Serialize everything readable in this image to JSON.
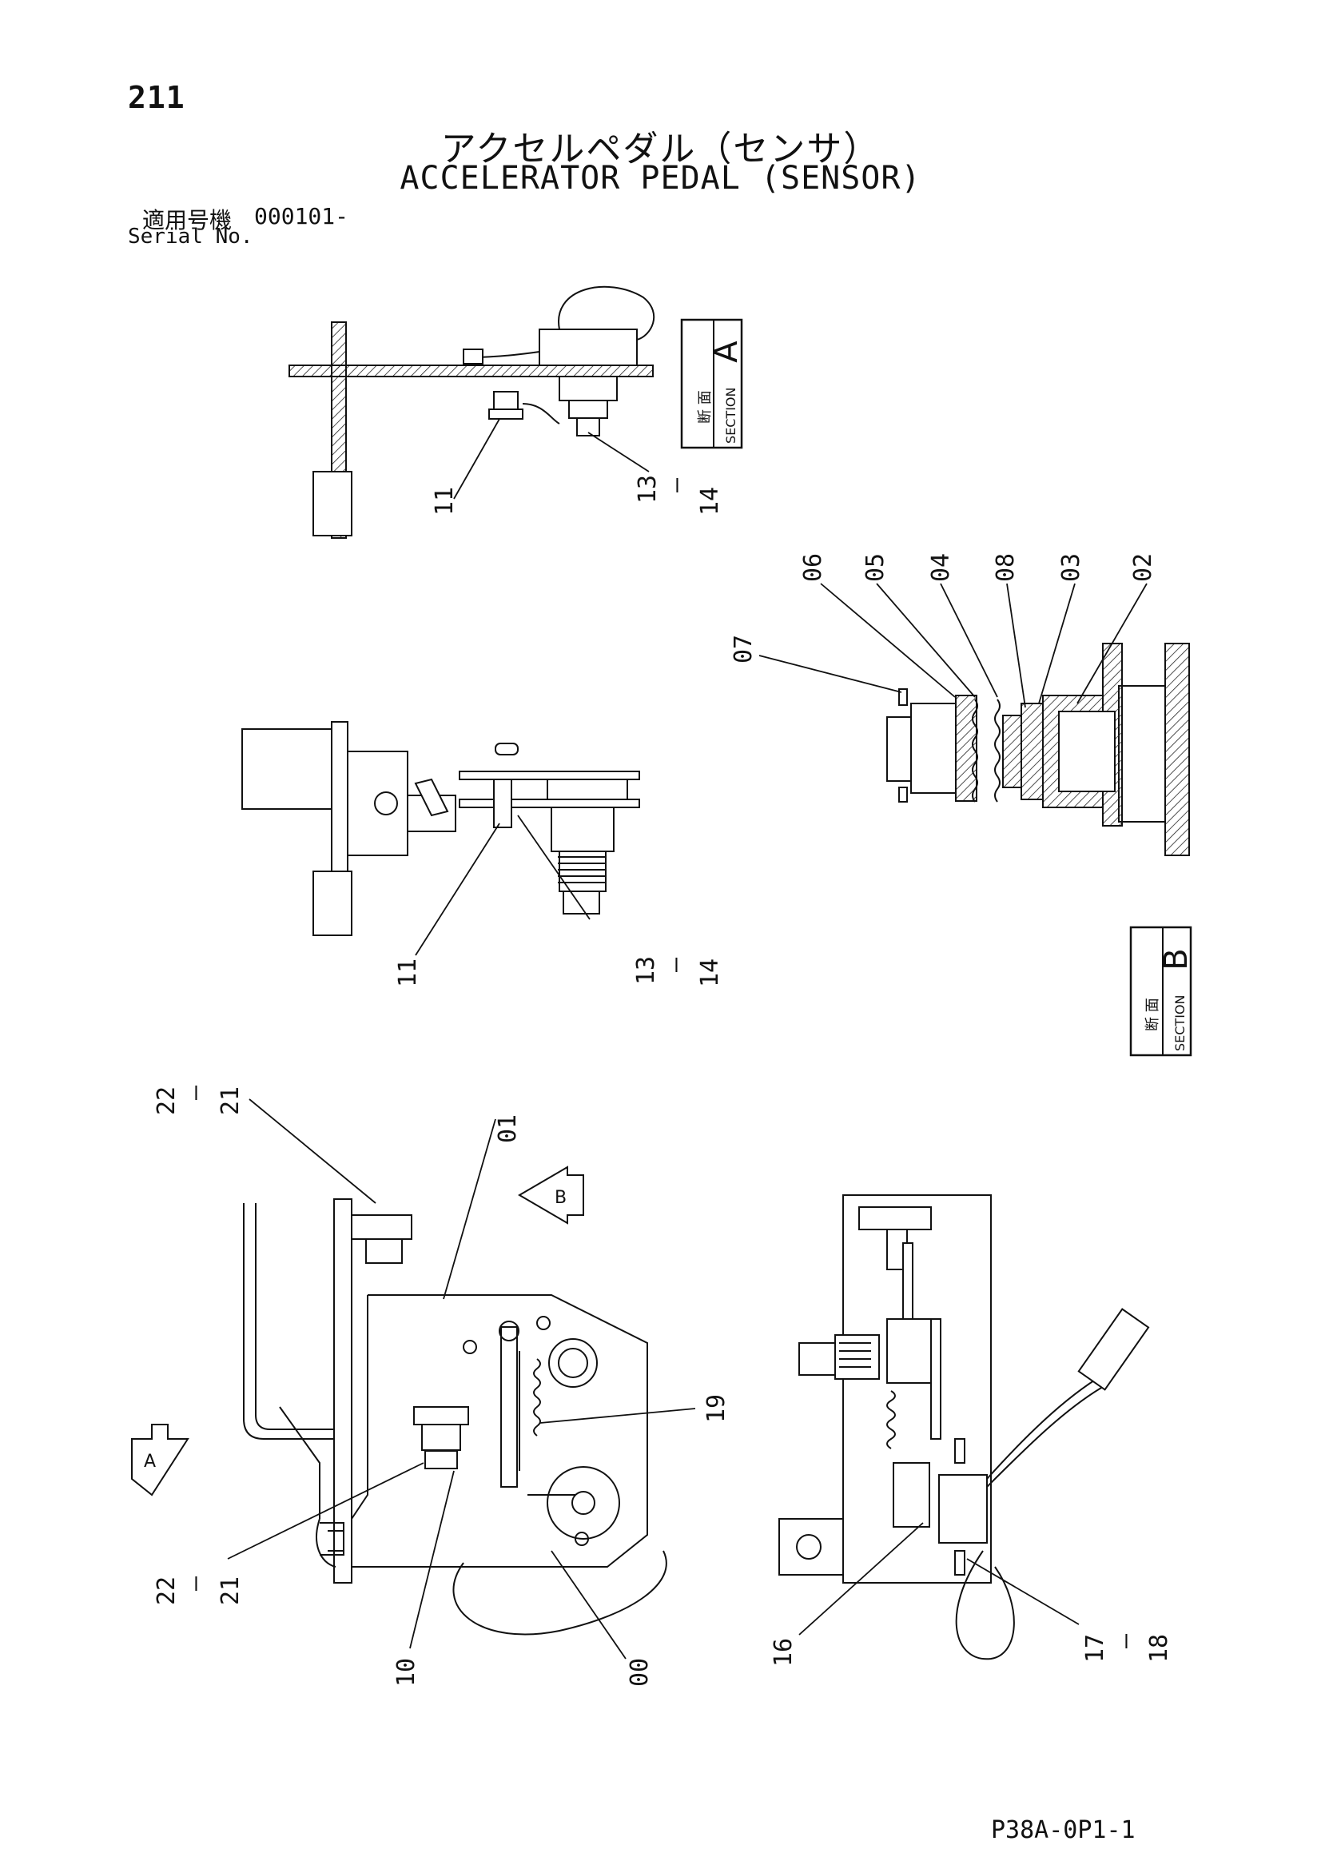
{
  "page": {
    "number": "211",
    "title_jp": "アクセルペダル（センサ）",
    "title_en": "ACCELERATOR PEDAL (SENSOR)",
    "serial_label_jp": "適用号機",
    "serial_value": "000101-",
    "serial_label_en": "Serial No.",
    "drawing_code": "P38A-0P1-1"
  },
  "sections": {
    "a": {
      "label_jp": "断 面",
      "label_en": "SECTION",
      "letter": "A"
    },
    "b": {
      "label_jp": "断 面",
      "label_en": "SECTION",
      "letter": "B"
    }
  },
  "view_arrows": {
    "a": "A",
    "b": "B"
  },
  "callouts": {
    "top_11": "11",
    "top_13": "13",
    "top_dash": "—",
    "top_14": "14",
    "sb_07": "07",
    "sb_06": "06",
    "sb_05": "05",
    "sb_04": "04",
    "sb_08": "08",
    "sb_03": "03",
    "sb_02": "02",
    "mid_11": "11",
    "mid_13": "13",
    "mid_dash": "—",
    "mid_14": "14",
    "bl_22a": "22",
    "bl_dasha": "—",
    "bl_21a": "21",
    "bl_01": "01",
    "bl_19": "19",
    "bl_22b": "22",
    "bl_dashb": "—",
    "bl_21b": "21",
    "bl_10": "10",
    "bl_00": "00",
    "br_16": "16",
    "br_17": "17",
    "br_dash": "—",
    "br_18": "18"
  }
}
